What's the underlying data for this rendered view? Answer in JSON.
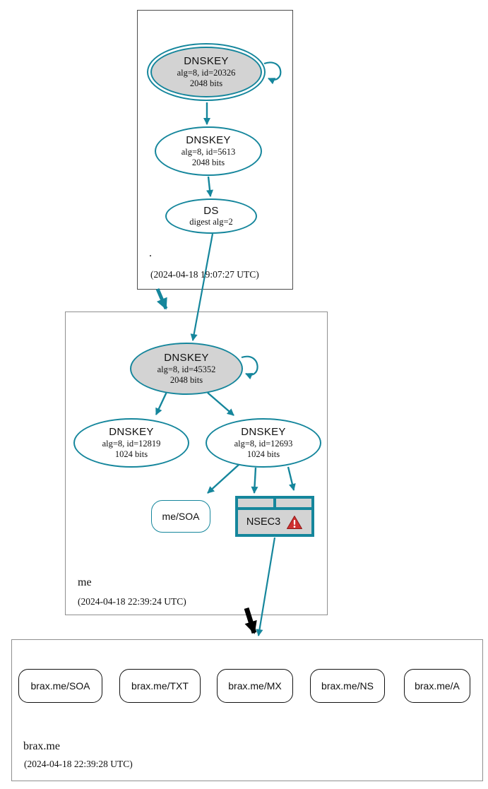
{
  "colors": {
    "secure_teal": "#15869c",
    "node_fill_gray": "#d3d3d3",
    "warning_red": "#cf3030",
    "insecure_black": "#000000"
  },
  "root_zone": {
    "label": ".",
    "timestamp": "(2024-04-18 19:07:27 UTC)",
    "ksk": {
      "type": "DNSKEY",
      "alg": "alg=8, id=20326",
      "bits": "2048 bits"
    },
    "zsk": {
      "type": "DNSKEY",
      "alg": "alg=8, id=5613",
      "bits": "2048 bits"
    },
    "ds": {
      "type": "DS",
      "digest": "digest alg=2"
    }
  },
  "me_zone": {
    "label": "me",
    "timestamp": "(2024-04-18 22:39:24 UTC)",
    "ksk": {
      "type": "DNSKEY",
      "alg": "alg=8, id=45352",
      "bits": "2048 bits"
    },
    "zsk_12819": {
      "type": "DNSKEY",
      "alg": "alg=8, id=12819",
      "bits": "1024 bits"
    },
    "zsk_12693": {
      "type": "DNSKEY",
      "alg": "alg=8, id=12693",
      "bits": "1024 bits"
    },
    "soa_label": "me/SOA",
    "nsec3_label": "NSEC3"
  },
  "brax_zone": {
    "label": "brax.me",
    "timestamp": "(2024-04-18 22:39:28 UTC)",
    "rrsets": [
      "brax.me/SOA",
      "brax.me/TXT",
      "brax.me/MX",
      "brax.me/NS",
      "brax.me/A"
    ]
  }
}
